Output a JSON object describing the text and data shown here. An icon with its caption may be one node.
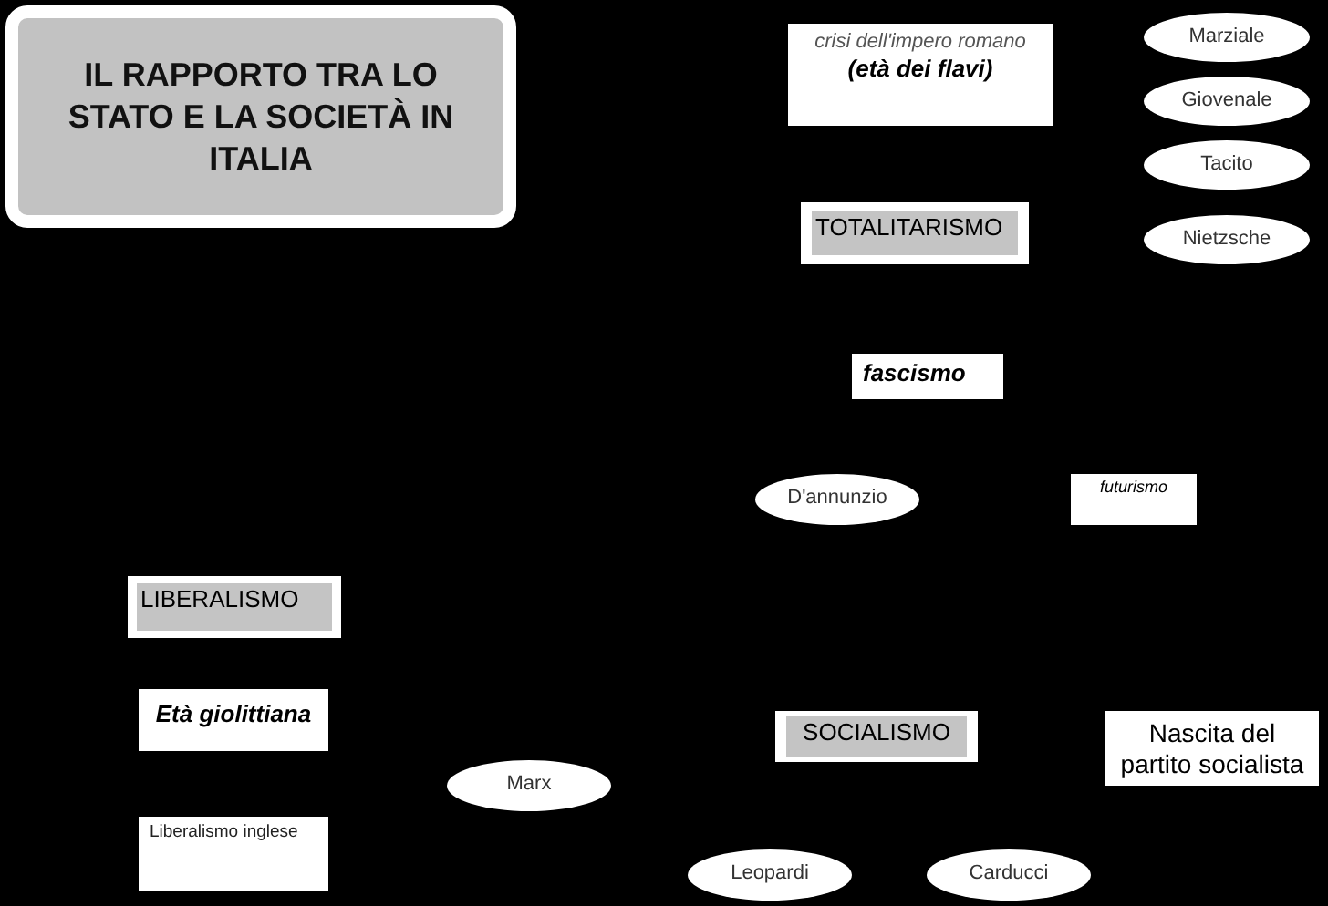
{
  "diagram": {
    "title": "IL RAPPORTO TRA LO STATO E LA SOCIETÀ IN ITALIA",
    "nodes": [
      {
        "text": [
          "crisi dell'impero romano",
          "(età dei flavi)"
        ]
      },
      {
        "text": [
          "Marziale"
        ]
      },
      {
        "text": [
          "Giovenale"
        ]
      },
      {
        "text": [
          "Tacito"
        ]
      },
      {
        "text": [
          "TOTALITARISMO"
        ]
      },
      {
        "text": [
          "Nietzsche"
        ]
      },
      {
        "text": [
          "fascismo"
        ]
      },
      {
        "text": [
          "D'annunzio"
        ]
      },
      {
        "text": [
          "futurismo"
        ]
      },
      {
        "text": [
          "LIBERALISMO"
        ]
      },
      {
        "text": [
          "Età giolittiana"
        ]
      },
      {
        "text": [
          "SOCIALISMO"
        ]
      },
      {
        "text": [
          "Nascita del partito socialista"
        ]
      },
      {
        "text": [
          "Marx"
        ]
      },
      {
        "text": [
          "Liberalismo inglese"
        ]
      },
      {
        "text": [
          "Leopardi"
        ]
      },
      {
        "text": [
          "Carducci"
        ]
      }
    ]
  }
}
